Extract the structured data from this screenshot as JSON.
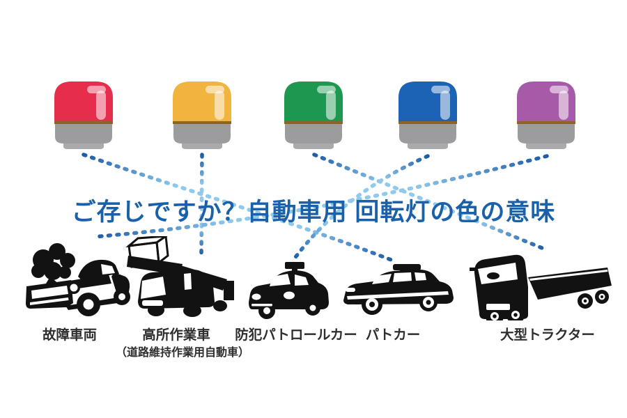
{
  "title": "ご存じですか？自動車用 回転灯の色の意味",
  "colors": {
    "background": "#ffffff",
    "title_blue": "#1a61a9",
    "label_text": "#2e2e2e",
    "silhouette": "#121212",
    "beacon_base": "#9c9c9e",
    "beacon_foot": "#aaaaac",
    "beacon_ring": "#8a6524",
    "dot_dark": "#1d5ba5",
    "dot_light": "#8fcaec"
  },
  "beacons": [
    {
      "id": "red",
      "color": "#e62e4c"
    },
    {
      "id": "yellow",
      "color": "#f1b43e"
    },
    {
      "id": "green",
      "color": "#1e9750"
    },
    {
      "id": "blue",
      "color": "#1c63b6"
    },
    {
      "id": "purple",
      "color": "#a65aa8"
    }
  ],
  "vehicles": [
    {
      "id": "breakdown-car",
      "label": "故障車両"
    },
    {
      "id": "aerial-work-platform",
      "label": "高所作業車",
      "sublabel": "（道路維持作業用自動車）"
    },
    {
      "id": "crime-prevention-patrol-car",
      "label": "防犯パトロールカー"
    },
    {
      "id": "police-car",
      "label": "パトカー"
    },
    {
      "id": "large-tractor",
      "label": "大型トラクター"
    }
  ],
  "connections": [
    {
      "from": "red",
      "to": "police-car"
    },
    {
      "from": "yellow",
      "to": "aerial-work-platform"
    },
    {
      "from": "green",
      "to": "large-tractor"
    },
    {
      "from": "blue",
      "to": "crime-prevention-patrol-car"
    },
    {
      "from": "purple",
      "to": "breakdown-car"
    }
  ]
}
